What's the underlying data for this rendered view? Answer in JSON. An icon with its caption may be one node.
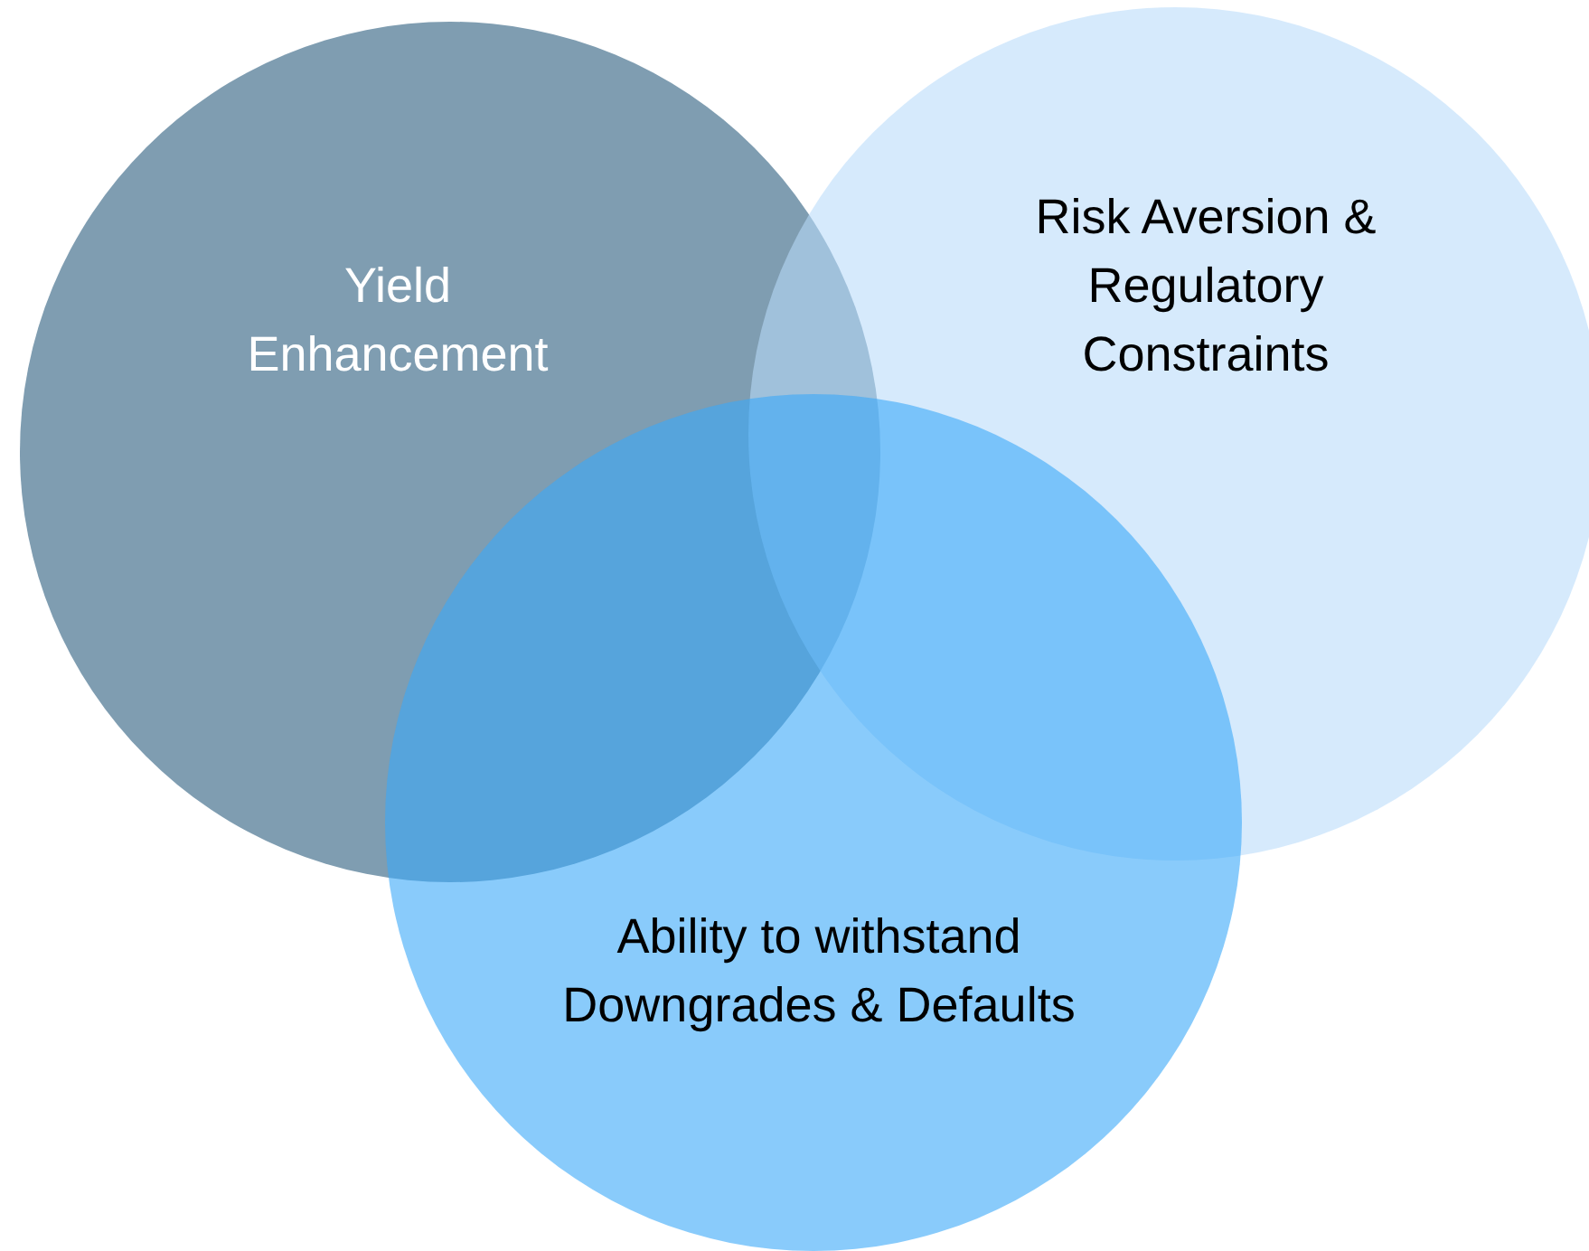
{
  "diagram": {
    "nodes": [
      {
        "text": [
          "Yield Enhancement"
        ]
      },
      {
        "text": [
          "Risk Aversion & Regulatory Constraints"
        ]
      },
      {
        "text": [
          "Ability to withstand Downgrades & Defaults"
        ]
      }
    ]
  }
}
